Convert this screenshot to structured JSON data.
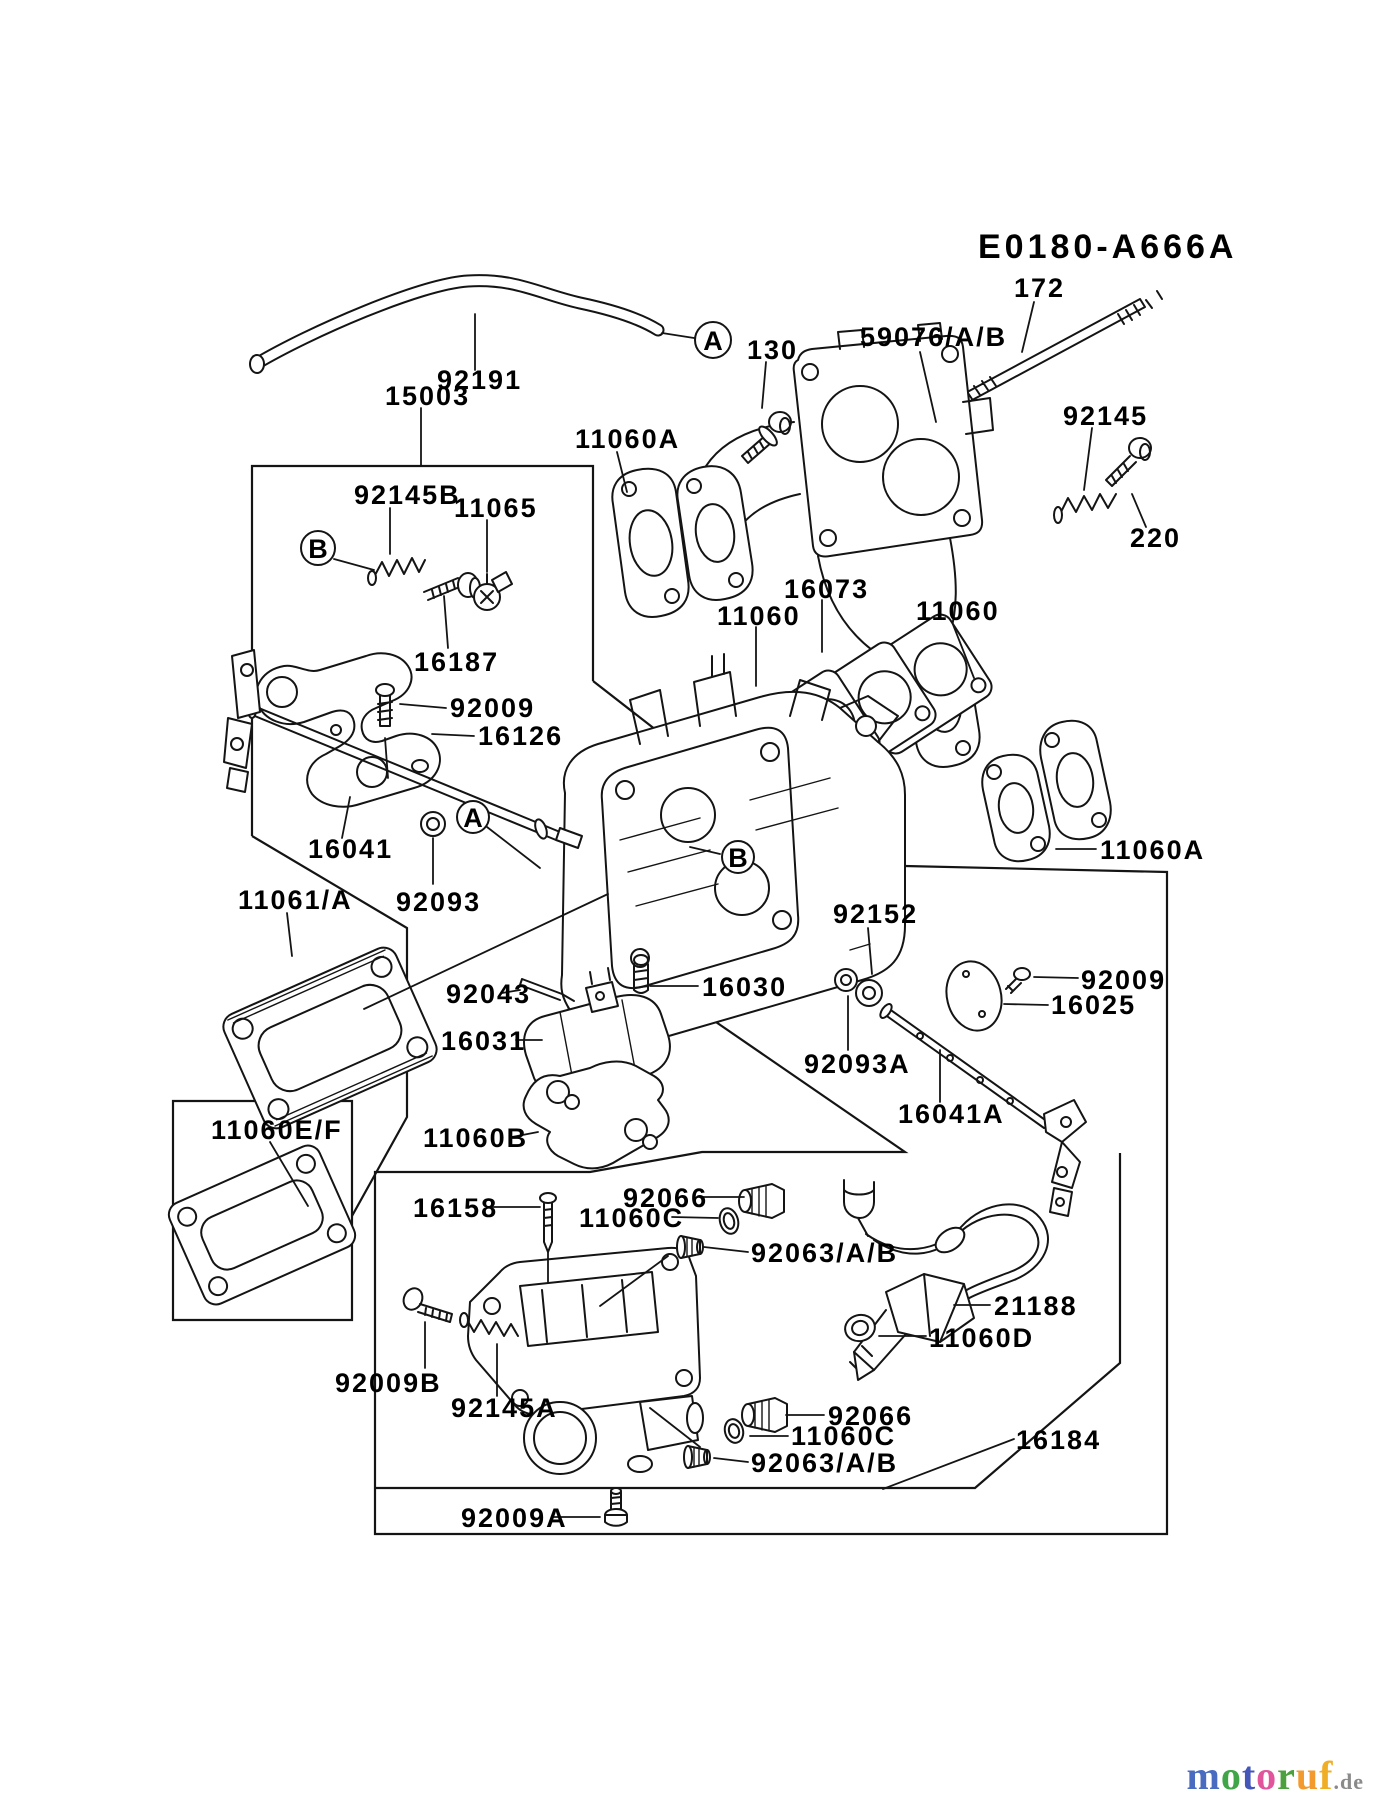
{
  "labels": [
    {
      "text": "E0180-A666A"
    },
    {
      "text": "172"
    },
    {
      "text": "59076/A/B"
    },
    {
      "text": "92191"
    },
    {
      "text": "15003"
    },
    {
      "text": "130"
    },
    {
      "text": "11060A"
    },
    {
      "text": "92145"
    },
    {
      "text": "220"
    },
    {
      "text": "92145B"
    },
    {
      "text": "11065"
    },
    {
      "text": "16187"
    },
    {
      "text": "92009"
    },
    {
      "text": "16126"
    },
    {
      "text": "16041"
    },
    {
      "text": "92093"
    },
    {
      "text": "11061/A"
    },
    {
      "text": "11060"
    },
    {
      "text": "16073"
    },
    {
      "text": "11060"
    },
    {
      "text": "11060A"
    },
    {
      "text": "92152"
    },
    {
      "text": "92009"
    },
    {
      "text": "16025"
    },
    {
      "text": "92093A"
    },
    {
      "text": "16041A"
    },
    {
      "text": "92043"
    },
    {
      "text": "16030"
    },
    {
      "text": "16031"
    },
    {
      "text": "11060B"
    },
    {
      "text": "11060E/F"
    },
    {
      "text": "16158"
    },
    {
      "text": "92066"
    },
    {
      "text": "11060C"
    },
    {
      "text": "92063/A/B"
    },
    {
      "text": "92009B"
    },
    {
      "text": "92145A"
    },
    {
      "text": "21188"
    },
    {
      "text": "11060D"
    },
    {
      "text": "92066"
    },
    {
      "text": "11060C"
    },
    {
      "text": "92063/A/B"
    },
    {
      "text": "16184"
    },
    {
      "text": "92009A"
    }
  ],
  "callouts": [
    {
      "letter": "A"
    },
    {
      "letter": "A"
    },
    {
      "letter": "B"
    },
    {
      "letter": "B"
    }
  ],
  "watermark": {
    "letters": [
      {
        "ch": "m",
        "color": "#4a6cc0"
      },
      {
        "ch": "o",
        "color": "#3fa548"
      },
      {
        "ch": "t",
        "color": "#4456b8"
      },
      {
        "ch": "o",
        "color": "#e0559c"
      },
      {
        "ch": "r",
        "color": "#4da03e"
      },
      {
        "ch": "u",
        "color": "#f29a2e"
      },
      {
        "ch": "f",
        "color": "#f0ad26"
      }
    ],
    "suffix": ".de",
    "suffix_color": "#8a8a8a"
  }
}
